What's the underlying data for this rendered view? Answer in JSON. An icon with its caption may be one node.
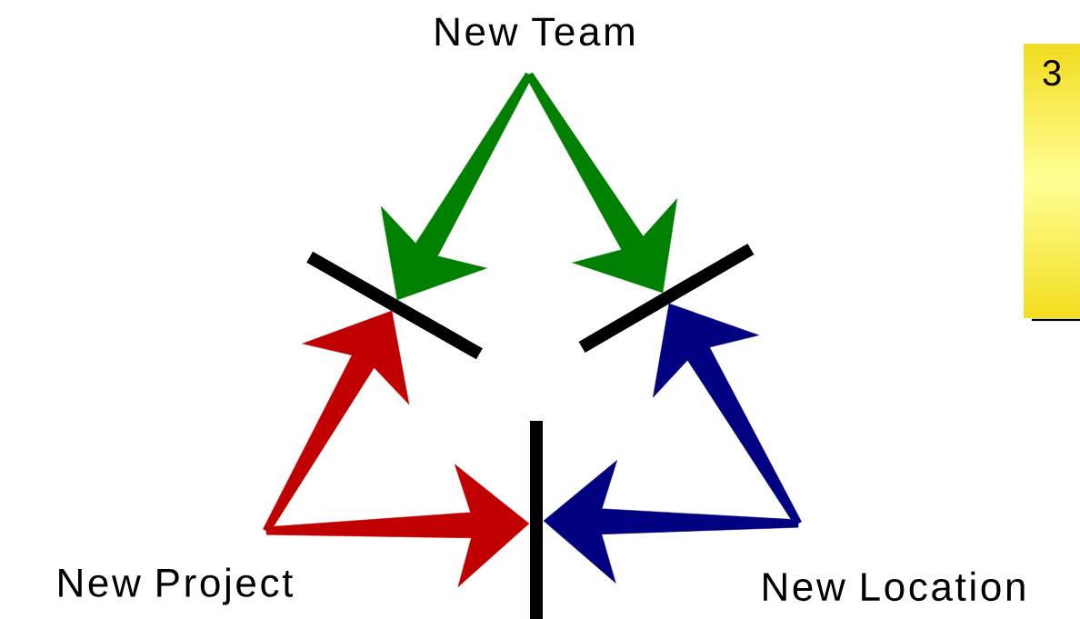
{
  "diagram": {
    "nodes": [
      {
        "text": [
          "New Team"
        ]
      },
      {
        "text": [
          "New Project"
        ]
      },
      {
        "text": [
          "New Location"
        ]
      },
      {
        "text": [],
        "shape": "bar"
      },
      {
        "text": [],
        "shape": "bar"
      },
      {
        "text": [],
        "shape": "bar"
      },
      {
        "text": [
          "3"
        ]
      }
    ],
    "edges": [
      {
        "from": 0,
        "to": 3,
        "arrow": "to",
        "style": "thick",
        "color": "#008000"
      },
      {
        "from": 0,
        "to": 4,
        "arrow": "to",
        "style": "thick",
        "color": "#008000"
      },
      {
        "from": 1,
        "to": 3,
        "arrow": "to",
        "style": "thick",
        "color": "#c00000"
      },
      {
        "from": 1,
        "to": 5,
        "arrow": "to",
        "style": "thick",
        "color": "#c00000"
      },
      {
        "from": 2,
        "to": 4,
        "arrow": "to",
        "style": "thick",
        "color": "#000080"
      },
      {
        "from": 2,
        "to": 5,
        "arrow": "to",
        "style": "thick",
        "color": "#000080"
      }
    ]
  }
}
